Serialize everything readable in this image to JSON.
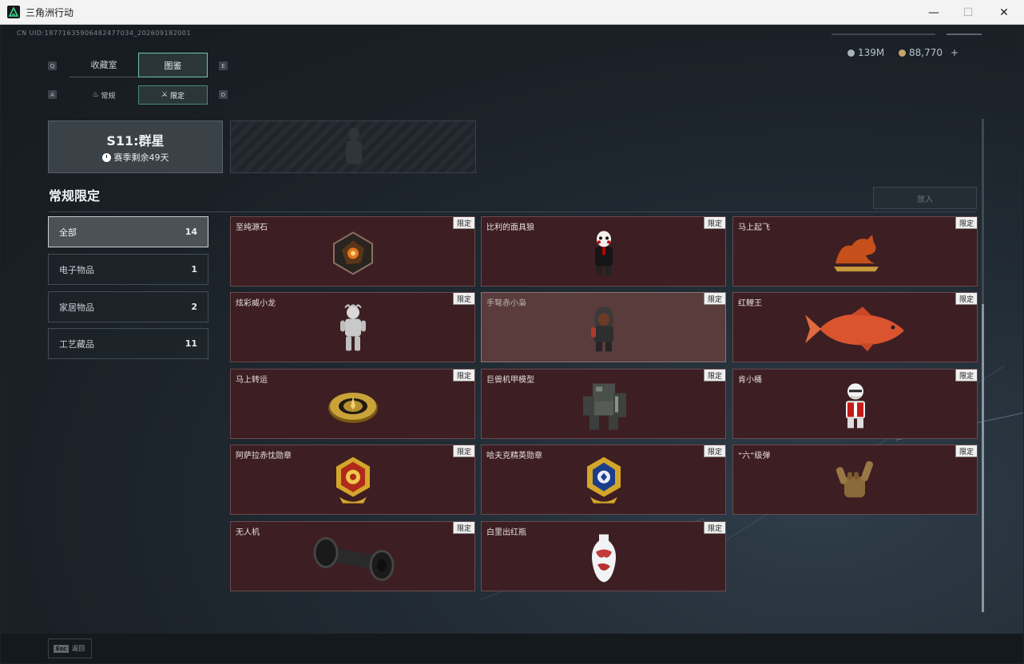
{
  "window": {
    "title": "三角洲行动",
    "minimize": "—",
    "maximize": "☐",
    "close": "✕"
  },
  "uid": "CN UID:18771635906482477034_202609182001",
  "currency": [
    {
      "value": "139M",
      "color": "#aab3bb"
    },
    {
      "value": "88,770",
      "color": "#c9a56a",
      "add": "+"
    }
  ],
  "tabs": {
    "main": [
      {
        "label": "收藏室",
        "active": false
      },
      {
        "label": "图鉴",
        "active": true
      }
    ],
    "main_keys": [
      "Q",
      "E"
    ],
    "sub": [
      {
        "label": "常规",
        "icon": "flame-icon",
        "active": false
      },
      {
        "label": "限定",
        "icon": "crossed-swords-icon",
        "active": true
      }
    ],
    "sub_keys": [
      "A",
      "D"
    ]
  },
  "season": {
    "title": "S11:群星",
    "remaining": "赛季剩余49天"
  },
  "section": {
    "title": "常规限定",
    "put_in_label": "放入"
  },
  "categories": [
    {
      "label": "全部",
      "count": "14",
      "active": true
    },
    {
      "label": "电子物品",
      "count": "1",
      "active": false
    },
    {
      "label": "家居物品",
      "count": "2",
      "active": false
    },
    {
      "label": "工艺藏品",
      "count": "11",
      "active": false
    }
  ],
  "items": [
    {
      "name": "至纯源石",
      "badge": "限定",
      "art": "gem-icon"
    },
    {
      "name": "比利的面具狼",
      "badge": "限定",
      "art": "puppet-figure-icon"
    },
    {
      "name": "马上起飞",
      "badge": "限定",
      "art": "horse-statue-icon"
    },
    {
      "name": "炫彩威小龙",
      "badge": "限定",
      "art": "silver-figure-icon"
    },
    {
      "name": "手弩赤小枭",
      "badge": "限定",
      "art": "hooded-figure-icon"
    },
    {
      "name": "红鲤王",
      "badge": "限定",
      "art": "carp-fish-icon"
    },
    {
      "name": "马上转运",
      "badge": "限定",
      "art": "gold-compass-icon"
    },
    {
      "name": "巨兽机甲模型",
      "badge": "限定",
      "art": "mech-model-icon"
    },
    {
      "name": "肯小桶",
      "badge": "限定",
      "art": "bucket-figure-icon"
    },
    {
      "name": "阿萨拉赤忱勋章",
      "badge": "限定",
      "art": "red-medal-icon"
    },
    {
      "name": "哈夫克精英勋章",
      "badge": "限定",
      "art": "blue-medal-icon"
    },
    {
      "name": "“六”级弹",
      "badge": "限定",
      "art": "hand-sign-icon"
    },
    {
      "name": "无人机",
      "badge": "限定",
      "art": "drone-cylinder-icon"
    },
    {
      "name": "白里出红瓶",
      "badge": "限定",
      "art": "porcelain-vase-icon"
    }
  ],
  "bottom": {
    "esc_key": "Esc",
    "esc_label": "返回"
  }
}
